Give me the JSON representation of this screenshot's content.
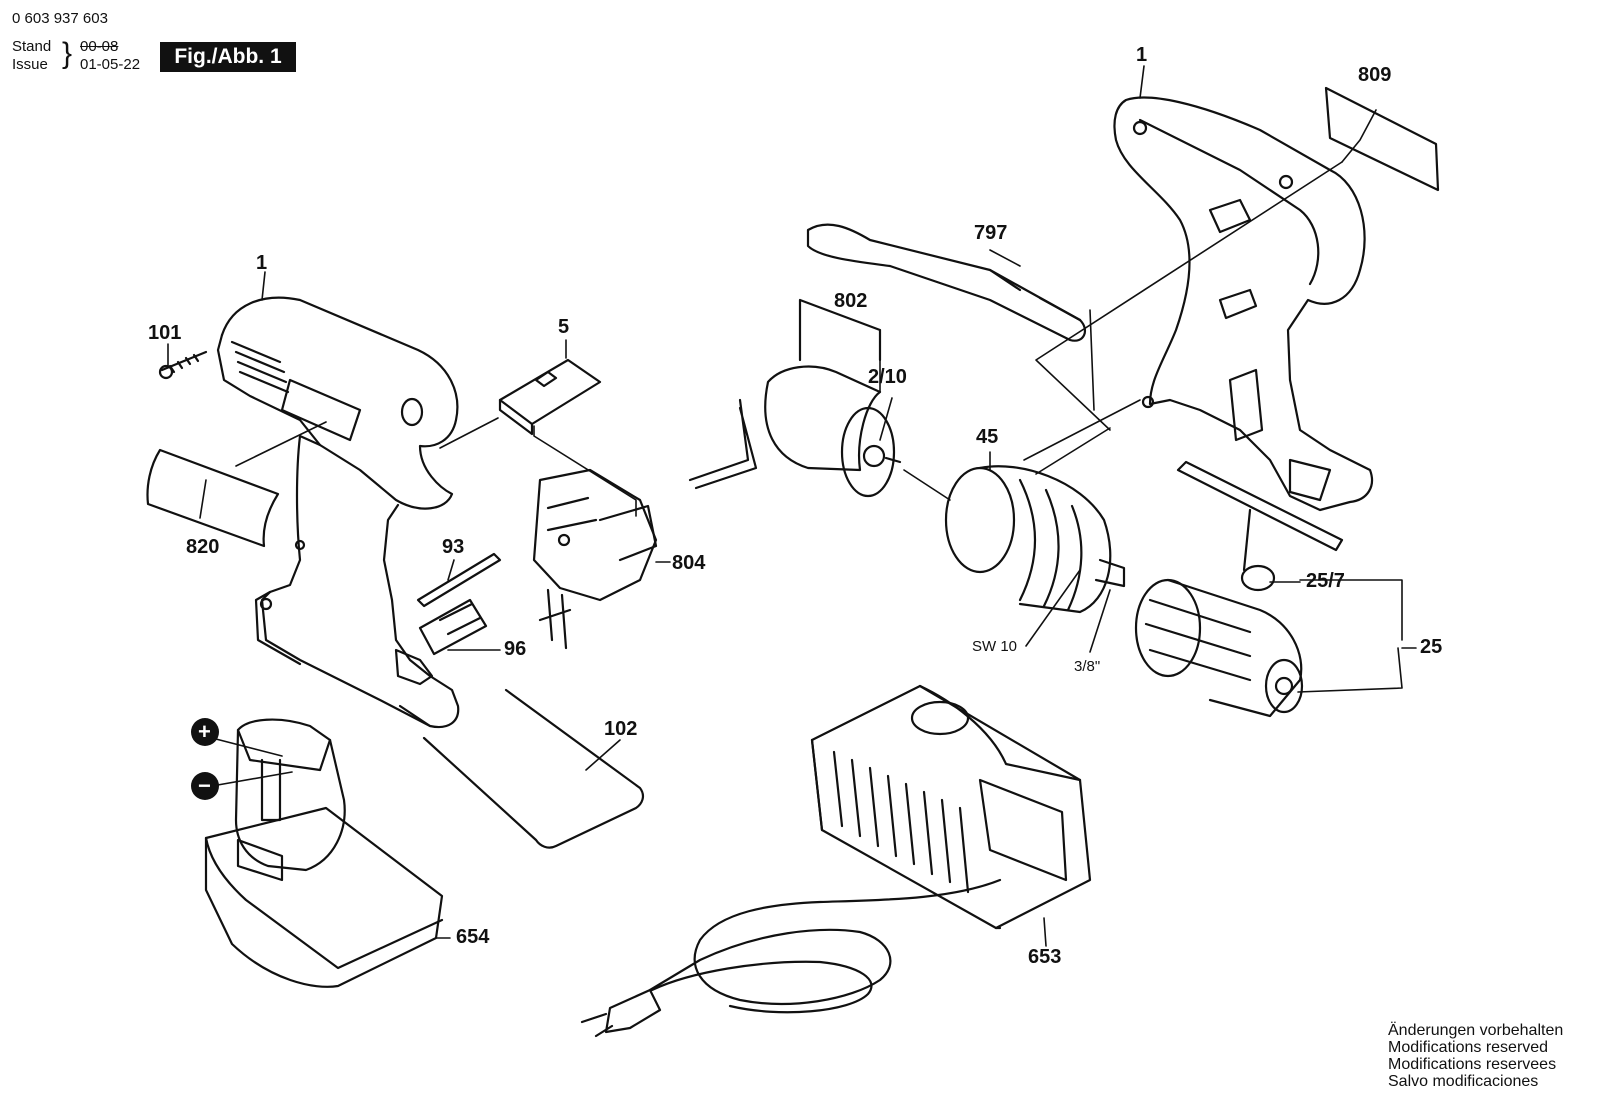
{
  "header": {
    "doc_number": "0 603 937 603",
    "stand_label": "Stand",
    "stand_value": "00-08",
    "issue_label": "Issue",
    "issue_value": "01-05-22",
    "figure_label": "Fig./Abb. 1"
  },
  "callouts": {
    "housing_left": "1",
    "housing_right": "1",
    "screw": "101",
    "switch_cover": "5",
    "label_plate": "820",
    "bit": "93",
    "bit_holder": "96",
    "switch": "804",
    "wire": "102",
    "motor": "802",
    "motor_pinion": "2/10",
    "gearbox": "45",
    "sw10": "SW 10",
    "thread": "3/8\"",
    "strap": "797",
    "nameplate": "809",
    "chuck_key": "25/7",
    "chuck": "25",
    "battery": "654",
    "charger": "653"
  },
  "polarity": {
    "plus": "+",
    "minus": "−"
  },
  "notes": [
    "Änderungen vorbehalten",
    "Modifications reserved",
    "Modifications reservees",
    "Salvo modificaciones"
  ]
}
